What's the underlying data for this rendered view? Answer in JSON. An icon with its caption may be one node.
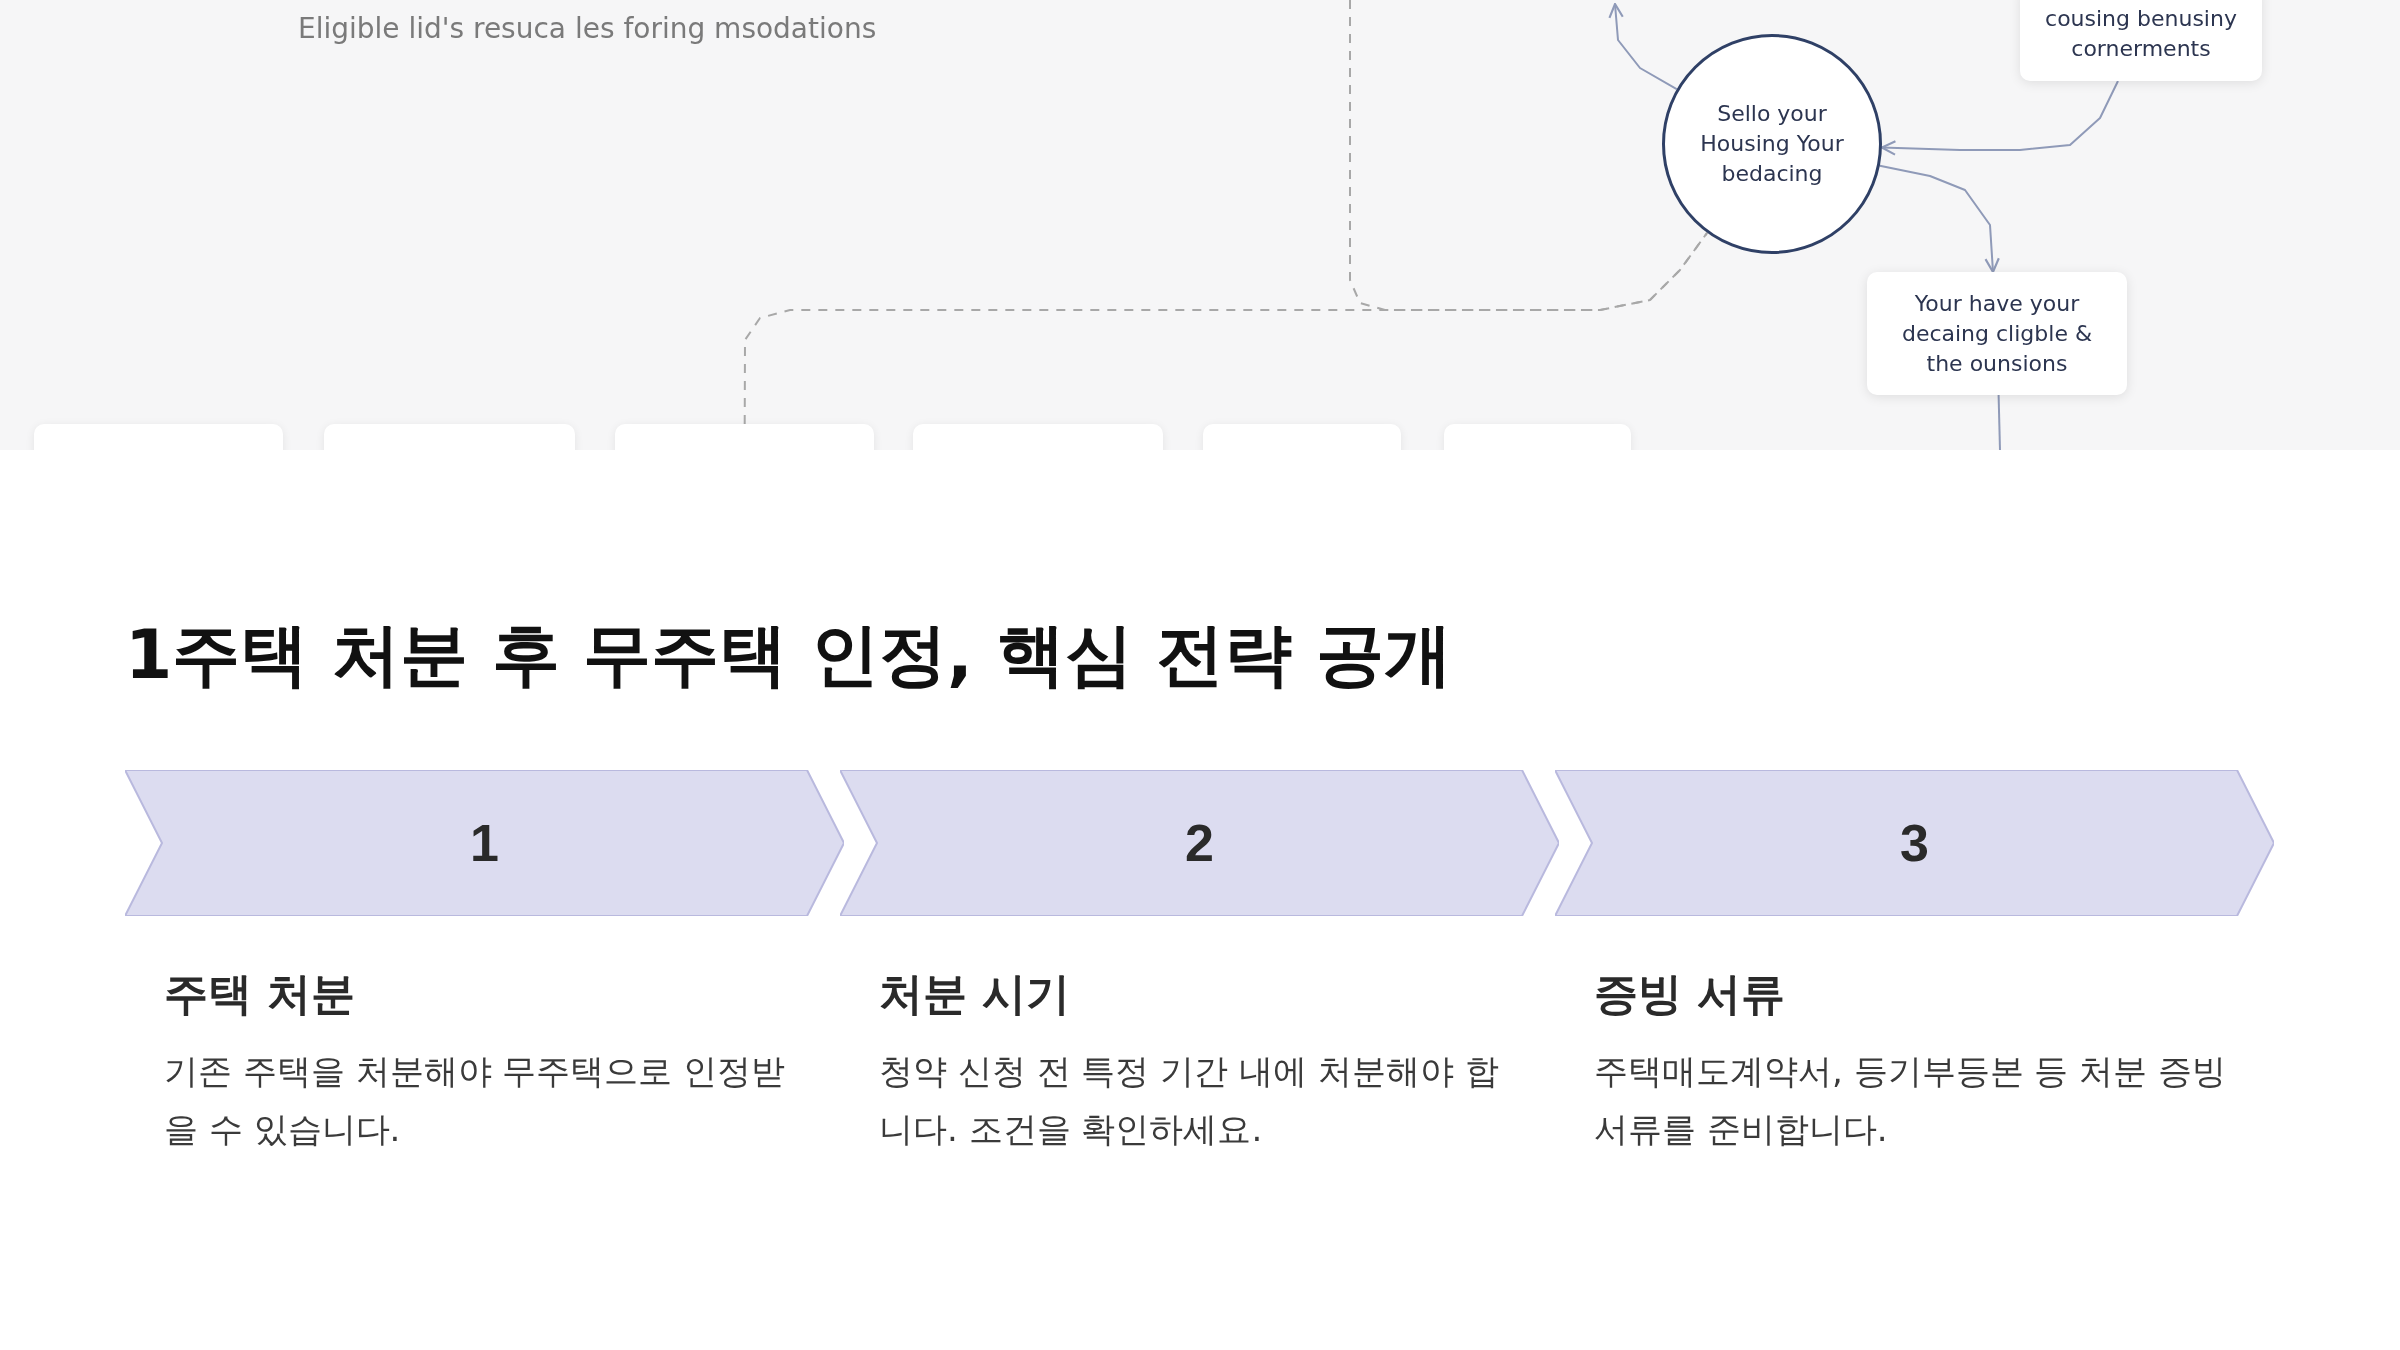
{
  "diagram": {
    "title": "1주택 처분 후 무주택 인정, 핵심 전략 공개",
    "nodes": [
      {
        "text": [
          "cousing benusiny cornerments"
        ]
      },
      {
        "text": [
          "Sello your Housing Your bedacing"
        ]
      },
      {
        "text": [
          "Your have your decaing cligble & the ounsions"
        ]
      },
      {
        "text": [],
        "shape": "box"
      },
      {
        "text": [],
        "shape": "box"
      },
      {
        "text": [],
        "shape": "box"
      },
      {
        "text": [],
        "shape": "box"
      },
      {
        "text": [],
        "shape": "box"
      },
      {
        "text": [],
        "shape": "box"
      },
      {
        "text": [
          "1"
        ],
        "beside": [
          "주택 처분",
          "기존 주택을 처분해야 무주택으로 인정받을 수 있습니다."
        ]
      },
      {
        "text": [
          "2"
        ],
        "beside": [
          "처분 시기",
          "청약 신청 전 특정 기간 내에 처분해야 합니다. 조건을 확인하세요."
        ]
      },
      {
        "text": [
          "3"
        ],
        "beside": [
          "증빙 서류",
          "주택매도계약서, 등기부등본 등 처분 증빙 서류를 준비합니다."
        ]
      }
    ],
    "edges": [
      {
        "from": 0,
        "to": 1,
        "arrow": "to"
      },
      {
        "from": 1,
        "to": 2,
        "arrow": "to"
      },
      {
        "from": 1,
        "to": null,
        "arrow": "to"
      },
      {
        "from": 5,
        "to": 1,
        "arrow": "none",
        "style": "dashed"
      },
      {
        "from": null,
        "to": 1,
        "arrow": "none",
        "style": "dashed"
      },
      {
        "from": 2,
        "to": null,
        "arrow": "none"
      }
    ],
    "labels": [
      "Eligible lid's resuca les foring msodations"
    ]
  }
}
